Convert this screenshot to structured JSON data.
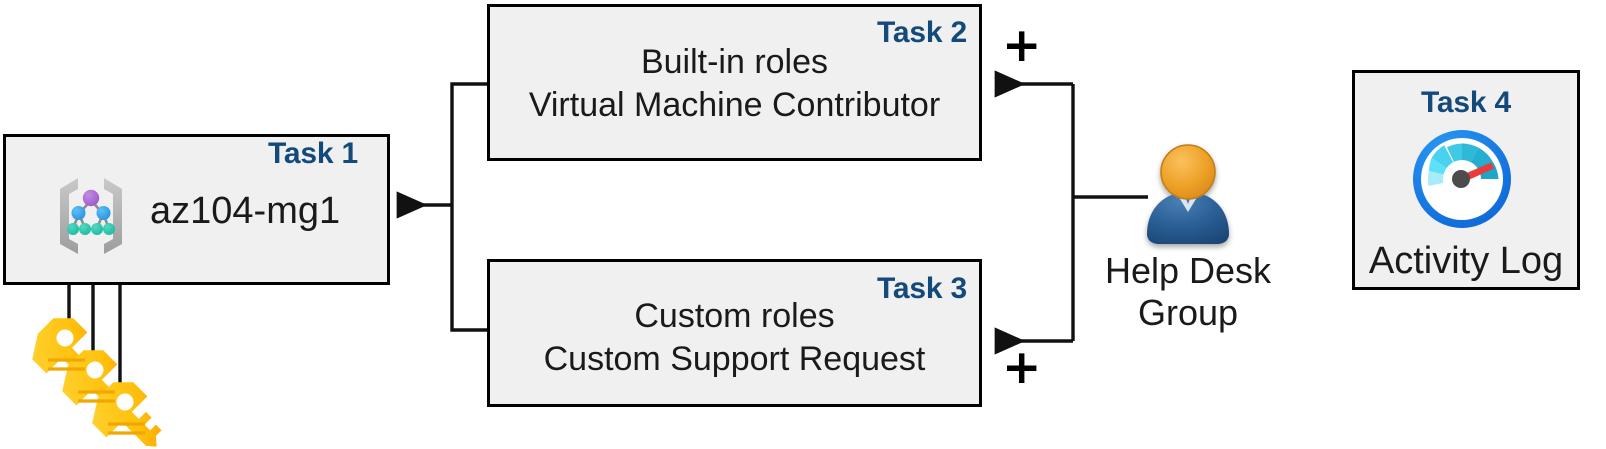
{
  "diagram": {
    "title_color": "#14497b",
    "box_fill": "#f0f0f0",
    "box_border": "#000000"
  },
  "task1": {
    "label": "Task 1",
    "name": "az104-mg1",
    "icon": "management-group-icon"
  },
  "task2": {
    "label": "Task 2",
    "line1": "Built-in roles",
    "line2": "Virtual Machine Contributor",
    "plus": "+"
  },
  "task3": {
    "label": "Task 3",
    "line1": "Custom roles",
    "line2": "Custom Support Request",
    "plus": "+"
  },
  "task4": {
    "label": "Task 4",
    "caption": "Activity Log",
    "icon": "activity-log-gauge-icon"
  },
  "help_desk": {
    "line1": "Help Desk",
    "line2": "Group",
    "icon": "user-group-icon"
  },
  "keys": {
    "icon": "keys-icon",
    "count": 3,
    "color_light": "#ffc81e",
    "color_dark": "#ffa000"
  },
  "connectors": {
    "arrow_to_task1": "arrow-left",
    "arrow_to_task2": "arrow-left",
    "arrow_to_task3": "arrow-left",
    "key_arrows": "arrow-up"
  }
}
